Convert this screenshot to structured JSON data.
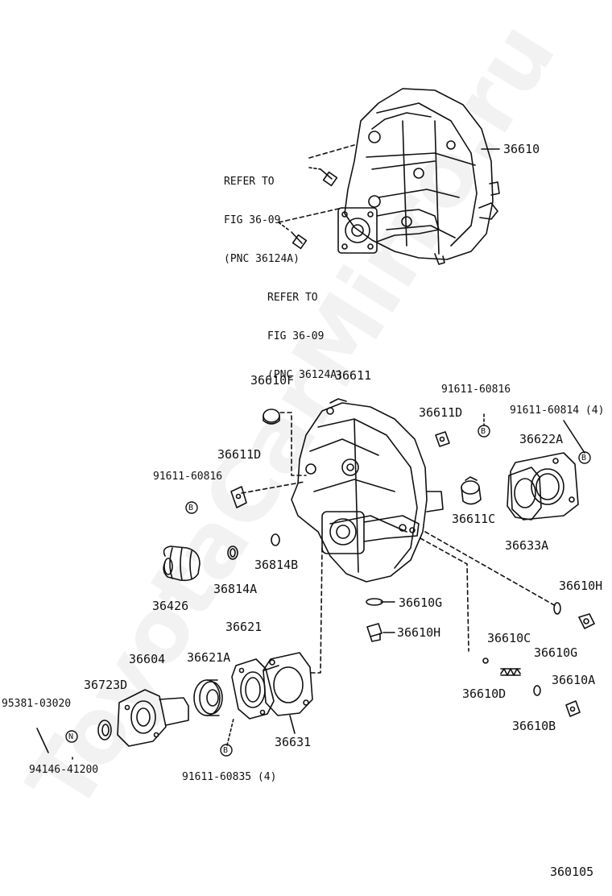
{
  "watermark": "ToyotaCarMirro.ru",
  "figure_number": "360105",
  "references": {
    "upper": [
      "REFER TO",
      "FIG 36-09",
      "(PNC 36124A)"
    ],
    "lower": [
      "REFER TO",
      "FIG 36-09",
      "(PNC 36124A)"
    ]
  },
  "labels": {
    "p36610": "36610",
    "p36610F": "36610F",
    "p36611": "36611",
    "p91611_60816_top": "91611-60816",
    "p91611_60814": "91611-60814 (4)",
    "p36611D_right": "36611D",
    "p36622A": "36622A",
    "p36611D_left": "36611D",
    "p91611_60816_left": "91611-60816",
    "p36611C": "36611C",
    "p36633A": "36633A",
    "p36814B": "36814B",
    "p36426": "36426",
    "p36814A": "36814A",
    "p36610G_mid": "36610G",
    "p36610H_mid": "36610H",
    "p36610H_right": "36610H",
    "p36610G_right": "36610G",
    "p36621": "36621",
    "p36604": "36604",
    "p36621A": "36621A",
    "p36723D": "36723D",
    "p95381": "95381-03020",
    "p36610C": "36610C",
    "p36610A": "36610A",
    "p36610D": "36610D",
    "p36610B": "36610B",
    "p36631": "36631",
    "p94146": "94146-41200",
    "p91611_60835": "91611-60835 (4)"
  },
  "markers": {
    "b": "B",
    "n": "N"
  }
}
